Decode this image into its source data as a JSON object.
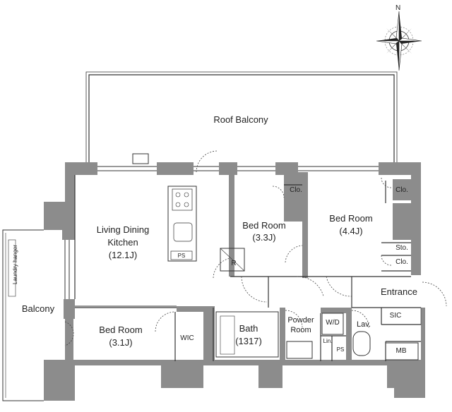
{
  "compass": {
    "north_label": "N",
    "icon": "compass-rose-icon"
  },
  "rooms": {
    "roof_balcony": "Roof Balcony",
    "ldk_name_1": "Living Dining",
    "ldk_name_2": "Kitchen",
    "ldk_size": "(12.1J)",
    "bed_a_name": "Bed Room",
    "bed_a_size": "(3.3J)",
    "bed_b_name": "Bed Room",
    "bed_b_size": "(4.4J)",
    "bed_c_name": "Bed Room",
    "bed_c_size": "(3.1J)",
    "balcony": "Balcony",
    "laundry": "Laundry hanger",
    "entrance": "Entrance",
    "bath_name": "Bath",
    "bath_size": "(1317)",
    "powder_1": "Powder",
    "powder_2": "Room",
    "lav": "Lav.",
    "wd": "W/D",
    "lin": "Lin.",
    "ps_small": "PS",
    "ps_kitchen": "PS",
    "wic": "WIC",
    "sic": "SIC",
    "mb": "MB",
    "clo_a": "Clo.",
    "clo_b": "Clo.",
    "clo_c": "Clo.",
    "sto": "Sto.",
    "r": "R"
  },
  "colors": {
    "wall": "#8c8c8c",
    "line": "#333333",
    "background": "#ffffff"
  }
}
